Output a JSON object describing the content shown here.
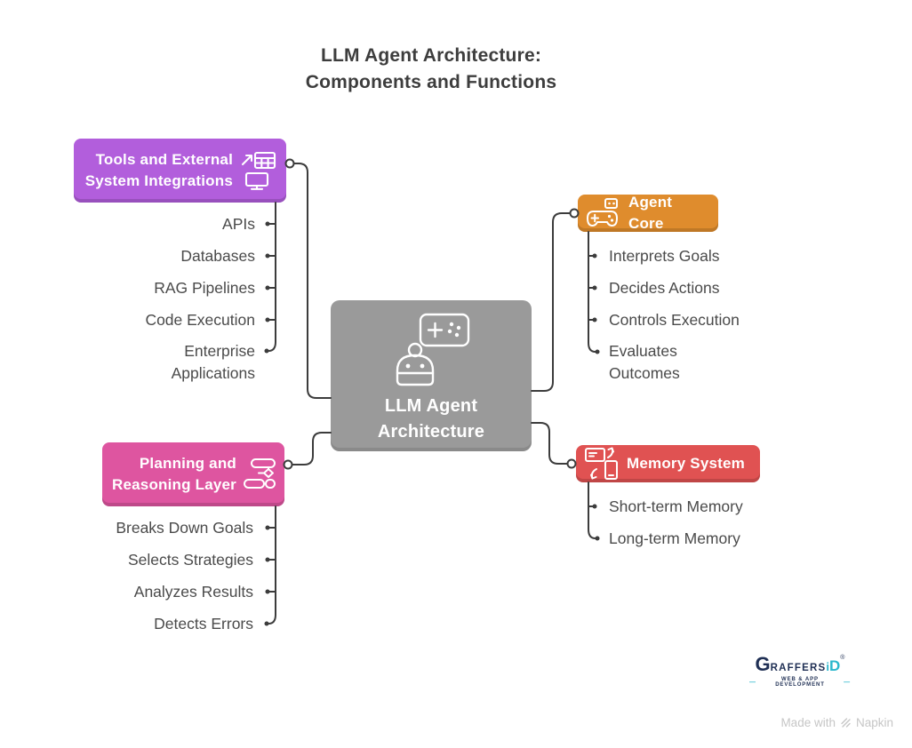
{
  "title": {
    "lines": [
      "LLM Agent Architecture:",
      "Components and Functions"
    ]
  },
  "center_node": {
    "icon": "robot-controller-icon",
    "label_lines": [
      "LLM Agent",
      "Architecture"
    ],
    "color": "#9a9a9a"
  },
  "branches": {
    "tools": {
      "label_lines": [
        "Tools and External",
        "System Integrations"
      ],
      "color": "#b25edc",
      "icon": "integrations-icon",
      "items": [
        "APIs",
        "Databases",
        "RAG Pipelines",
        "Code Execution",
        "Enterprise Applications"
      ]
    },
    "agent_core": {
      "label_lines": [
        "Agent Core"
      ],
      "color": "#df8c2d",
      "icon": "gamepad-robot-icon",
      "items": [
        "Interprets Goals",
        "Decides Actions",
        "Controls Execution",
        "Evaluates Outcomes"
      ]
    },
    "planning": {
      "label_lines": [
        "Planning and",
        "Reasoning Layer"
      ],
      "color": "#de55a0",
      "icon": "workflow-icon",
      "items": [
        "Breaks Down Goals",
        "Selects Strategies",
        "Analyzes Results",
        "Detects Errors"
      ]
    },
    "memory": {
      "label_lines": [
        "Memory System"
      ],
      "color": "#e05252",
      "icon": "memory-sync-icon",
      "items": [
        "Short-term Memory",
        "Long-term Memory"
      ]
    }
  },
  "branding": {
    "logo": {
      "g": "G",
      "raffers": "RAFFERS",
      "i": "i",
      "d": "D",
      "reg": "®",
      "dash": "—",
      "tagline": "WEB & APP DEVELOPMENT",
      "navy": "#1f2f54",
      "teal": "#2bb7cc"
    },
    "watermark": {
      "prefix": "Made with",
      "brand": "Napkin",
      "color": "#c6c6c6"
    }
  },
  "connector_color": "#3c3c3c",
  "item_text_color": "#4a4a4a"
}
